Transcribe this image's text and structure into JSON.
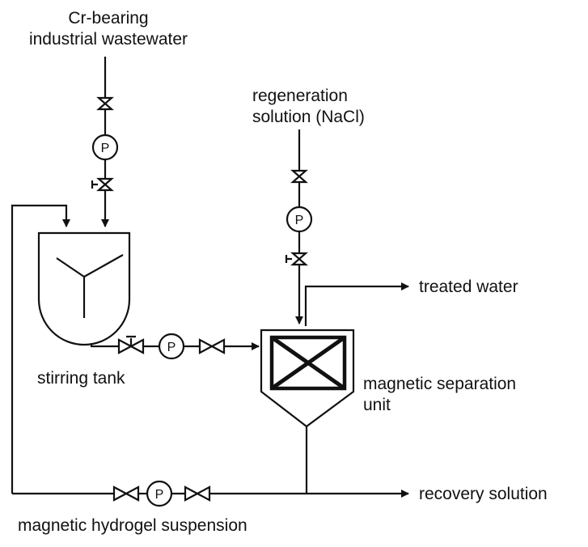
{
  "labels": {
    "wastewater": [
      "Cr-bearing",
      "industrial wastewater"
    ],
    "regeneration": [
      "regeneration",
      "solution (NaCl)"
    ],
    "treated_water": "treated water",
    "stirring_tank": "stirring tank",
    "separation_unit": [
      "magnetic separation",
      "unit"
    ],
    "recovery_solution": "recovery solution",
    "hydrogel_suspension": "magnetic hydrogel suspension"
  },
  "pump_symbol": "P",
  "colors": {
    "line": "#111111",
    "background": "#ffffff"
  }
}
